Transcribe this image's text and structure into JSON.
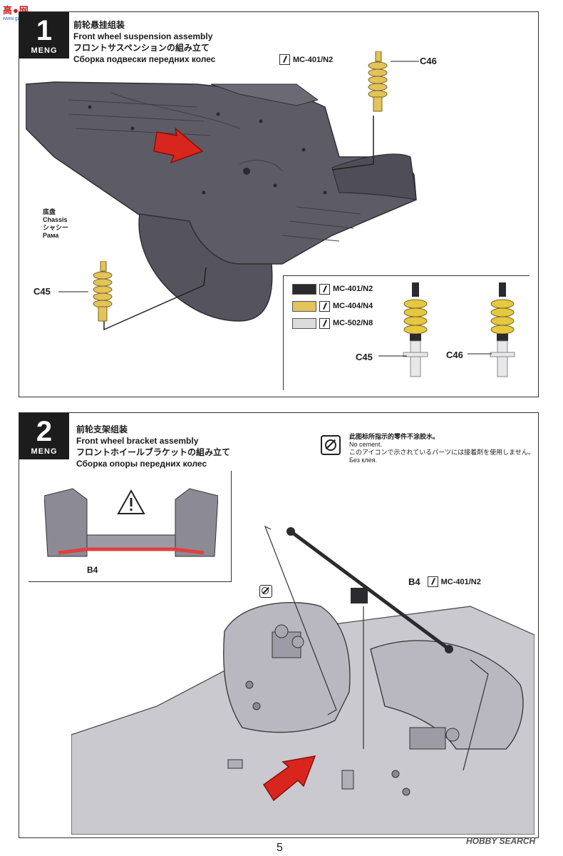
{
  "watermark": {
    "text": "高●网",
    "sub": "www.gaocchun.com"
  },
  "brand": "MENG",
  "step1": {
    "number": "1",
    "title_cn": "前轮悬挂组装",
    "title_en": "Front wheel suspension assembly",
    "title_jp": "フロントサスペンションの組み立て",
    "title_ru": "Сборка подвески передних колес",
    "chassis_paint": "MC-401/N2",
    "part_c46": "C46",
    "part_c45": "C45",
    "chassis_label": {
      "cn": "底盘",
      "en": "Chassis",
      "jp": "シャシー",
      "ru": "Рама"
    },
    "paint_legend": [
      {
        "color": "#2b2a2e",
        "code": "MC-401/N2"
      },
      {
        "color": "#e3c35a",
        "code": "MC-404/N4"
      },
      {
        "color": "#dcdcdc",
        "code": "MC-502/N8"
      }
    ],
    "detail_c45": "C45",
    "detail_c46": "C46"
  },
  "step2": {
    "number": "2",
    "title_cn": "前轮支架组装",
    "title_en": "Front wheel bracket assembly",
    "title_jp": "フロントホイールブラケットの組み立て",
    "title_ru": "Сборка опоры передних колес",
    "note_cn": "此图标所指示的零件不涂胶水。",
    "note_en": "No cement.",
    "note_jp": "このアイコンで示されているパーツには接着剤を使用しません。",
    "note_ru": "Без клея.",
    "inset_part": "B4",
    "part_b4": "B4",
    "b4_paint": "MC-401/N2"
  },
  "footer": {
    "logo": "HOBBY SEARCH",
    "page": "5"
  },
  "colors": {
    "chassis": "#5d5c66",
    "spring": "#e3c35a",
    "arrow": "#d8261e",
    "light_part": "#c9c9cf"
  }
}
